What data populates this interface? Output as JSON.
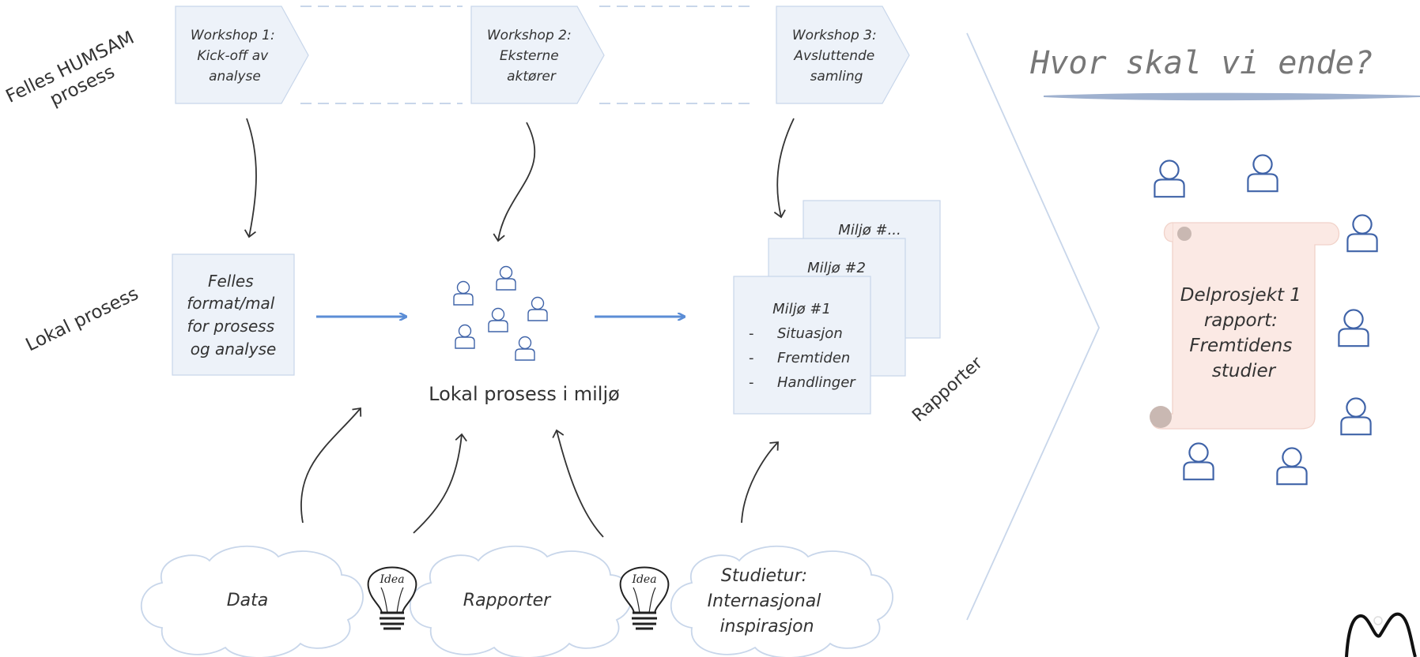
{
  "rows": {
    "felles_line1": "Felles HUMSAM",
    "felles_line2": "prosess",
    "lokal": "Lokal prosess"
  },
  "workshops": [
    {
      "lines": [
        "Workshop 1:",
        "Kick-off av",
        "analyse"
      ]
    },
    {
      "lines": [
        "Workshop 2:",
        "Eksterne",
        "aktører"
      ]
    },
    {
      "lines": [
        "Workshop 3:",
        "Avsluttende",
        "samling"
      ]
    }
  ],
  "format_box": {
    "lines": [
      "Felles",
      "format/mal",
      "for prosess",
      "og analyse"
    ]
  },
  "local_process_label": "Lokal prosess i miljø",
  "environments": {
    "card_back": "Miljø #...",
    "card_mid": "Miljø #2",
    "card_front_title": "Miljø #1",
    "items": [
      "Situasjon",
      "Fremtiden",
      "Handlinger"
    ],
    "bullet": "-",
    "reports_label": "Rapporter"
  },
  "clouds": [
    {
      "lines": [
        "Data"
      ]
    },
    {
      "lines": [
        "Rapporter"
      ]
    },
    {
      "lines": [
        "Studietur:",
        "Internasjonal",
        "inspirasjon"
      ]
    }
  ],
  "bulb_text": "Idea",
  "end": {
    "question": "Hvor skal vi ende?",
    "scroll_lines": [
      "Delprosjekt 1",
      "rapport:",
      "Fremtidens",
      "studier"
    ]
  },
  "colors": {
    "box_fill": "#edf2f9",
    "box_stroke": "#c8d6ea",
    "person": "#3f63a8",
    "arrow_blue": "#5b8dd6",
    "scroll_fill": "#fbe9e4"
  },
  "icons": [
    "person-icon",
    "lightbulb-icon",
    "cloud-shape",
    "scroll-shape",
    "chevron-shape"
  ]
}
